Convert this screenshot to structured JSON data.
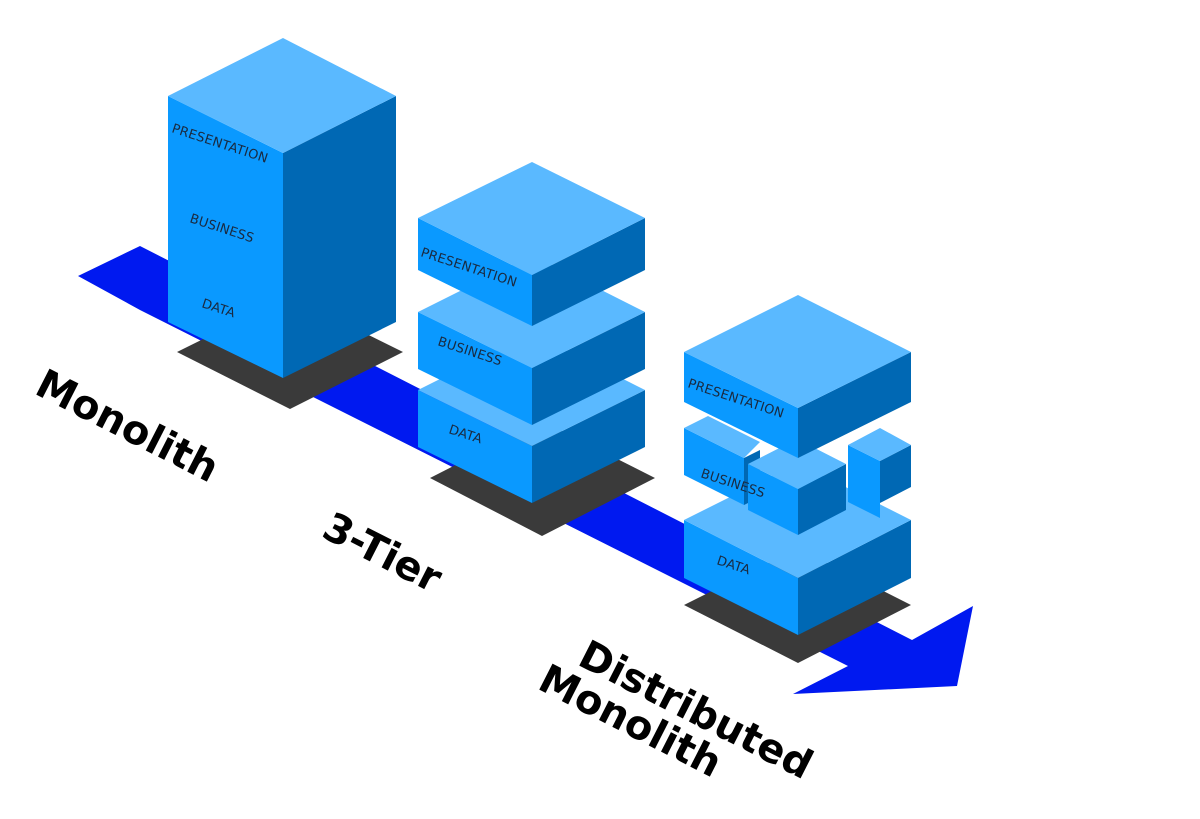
{
  "stages": {
    "monolith": {
      "name": "Monolith",
      "layers": [
        "PRESENTATION",
        "BUSINESS",
        "DATA"
      ]
    },
    "three_tier": {
      "name": "3-Tier",
      "layers": [
        "PRESENTATION",
        "BUSINESS",
        "DATA"
      ]
    },
    "distributed": {
      "name_line1": "Distributed",
      "name_line2": "Monolith",
      "layers": [
        "PRESENTATION",
        "BUSINESS",
        "DATA"
      ]
    }
  },
  "colors": {
    "arrow": "#0019f0",
    "shadow": "#3a3a3a",
    "top_face": "#5ab9ff",
    "left_face": "#0a99ff",
    "right_face": "#0068b4"
  }
}
